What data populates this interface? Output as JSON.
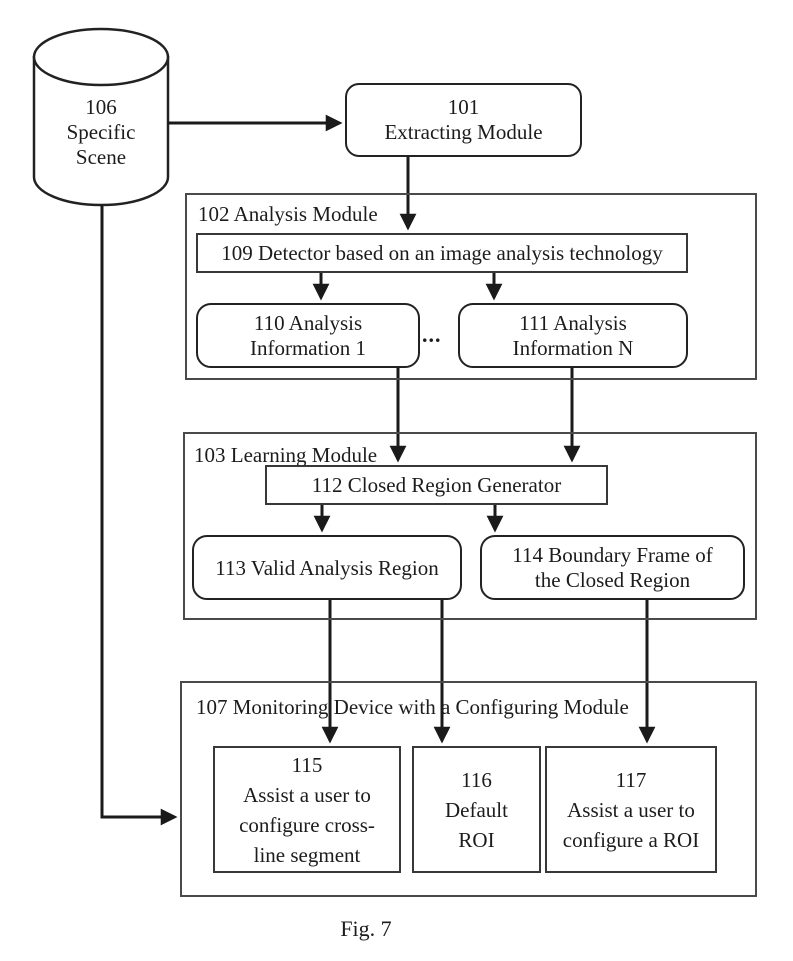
{
  "figure_caption": "Fig. 7",
  "nodes": {
    "specific_scene": {
      "id": "106",
      "label": "106\nSpecific\nScene"
    },
    "extracting_module": {
      "id": "101",
      "label": "101\nExtracting Module"
    },
    "analysis_module": {
      "id": "102",
      "label": "102 Analysis Module"
    },
    "detector": {
      "id": "109",
      "label": "109 Detector based on an image analysis technology"
    },
    "analysis_information_1": {
      "id": "110",
      "label": "110 Analysis\nInformation 1"
    },
    "ellipsis_between_info": {
      "label": "..."
    },
    "analysis_information_n": {
      "id": "111",
      "label": "111 Analysis\nInformation N"
    },
    "learning_module": {
      "id": "103",
      "label": "103 Learning Module"
    },
    "closed_region_generator": {
      "id": "112",
      "label": "112 Closed Region Generator"
    },
    "valid_analysis_region": {
      "id": "113",
      "label": "113 Valid Analysis Region"
    },
    "boundary_frame": {
      "id": "114",
      "label": "114 Boundary Frame of\nthe Closed Region"
    },
    "monitoring_device": {
      "id": "107",
      "label": "107 Monitoring Device with a Configuring Module"
    },
    "assist_cross_line": {
      "id": "115",
      "label": "115\nAssist a user to\nconfigure cross-\nline segment"
    },
    "default_roi": {
      "id": "116",
      "label": "116\nDefault\nROI"
    },
    "assist_roi": {
      "id": "117",
      "label": "117\nAssist a user to\nconfigure a ROI"
    }
  },
  "edges": [
    {
      "from": "106",
      "to": "101"
    },
    {
      "from": "101",
      "to": "109"
    },
    {
      "from": "109",
      "to": "110"
    },
    {
      "from": "109",
      "to": "111"
    },
    {
      "from": "110",
      "to": "112"
    },
    {
      "from": "111",
      "to": "112"
    },
    {
      "from": "112",
      "to": "113"
    },
    {
      "from": "112",
      "to": "114"
    },
    {
      "from": "113",
      "to": "115"
    },
    {
      "from": "113",
      "to": "116"
    },
    {
      "from": "114",
      "to": "117"
    },
    {
      "from": "106",
      "to": "107"
    }
  ],
  "colors": {
    "background": "#ffffff",
    "line": "#1a1a1a",
    "text": "#1c1c1c"
  }
}
